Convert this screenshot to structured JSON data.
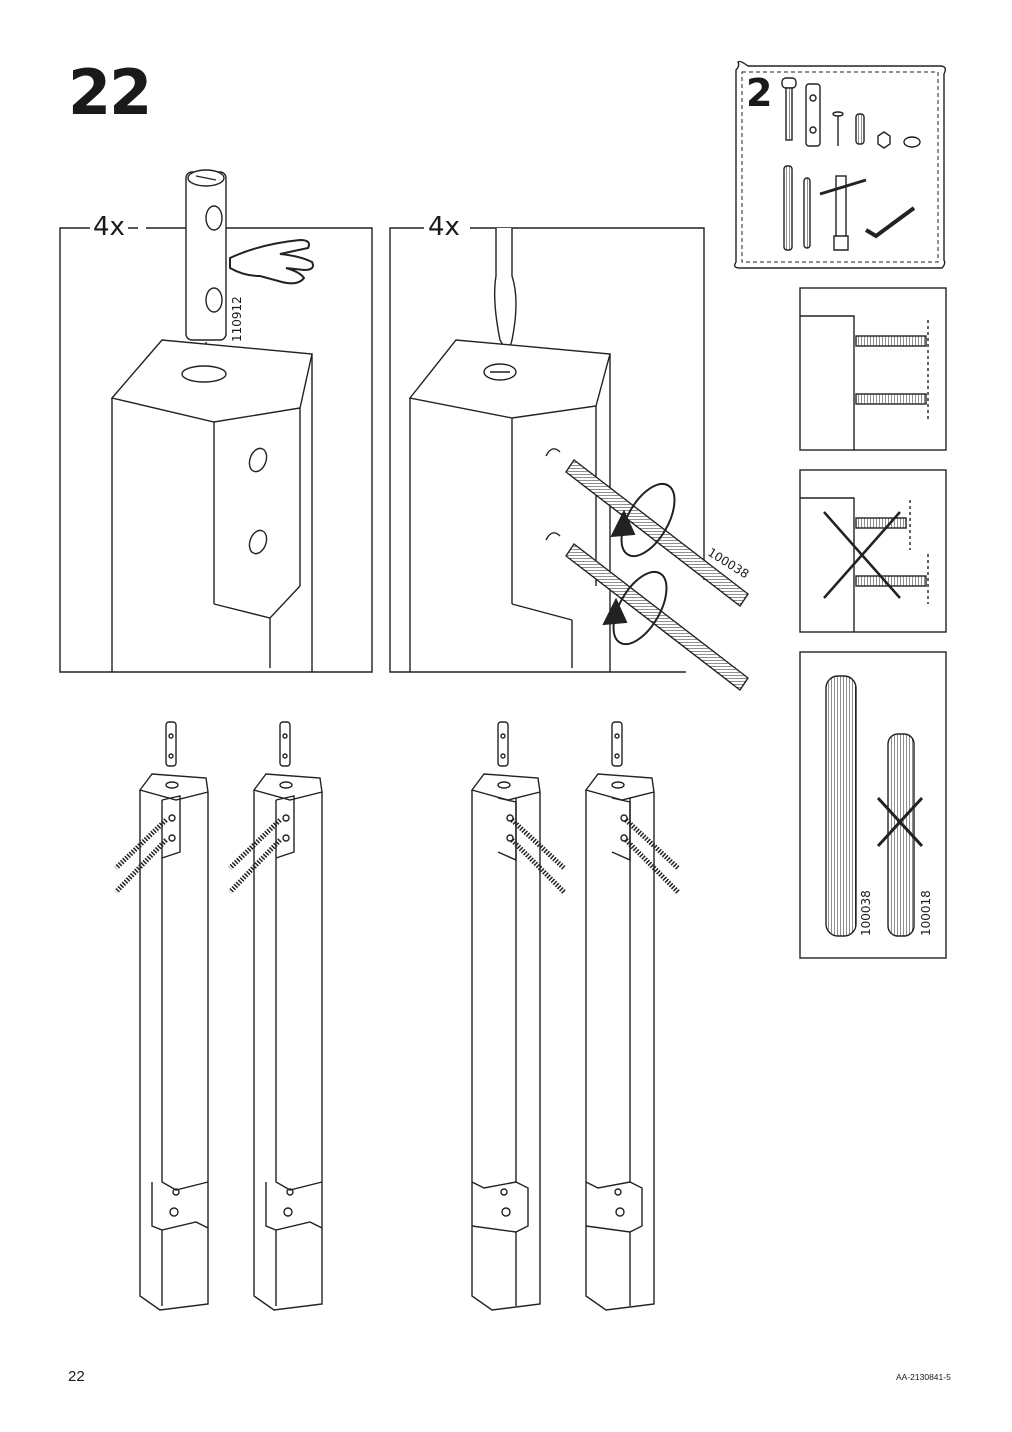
{
  "step": {
    "number": "22"
  },
  "panels": {
    "left_quantity": "4x",
    "right_quantity": "4x"
  },
  "kit": {
    "count": "2"
  },
  "labels": {
    "bolt_part": "110912",
    "rod_part_a": "100038",
    "rod_part_b": "100038",
    "rod_alt_part": "100018"
  },
  "footer": {
    "page_number": "22",
    "doc_code": "AA-2130841-5"
  },
  "icons": [
    "pointing-hand-icon",
    "screwdriver-icon",
    "rotate-arrow-icon",
    "cross-mark-icon",
    "allen-key-icon",
    "socket-wrench-icon"
  ]
}
